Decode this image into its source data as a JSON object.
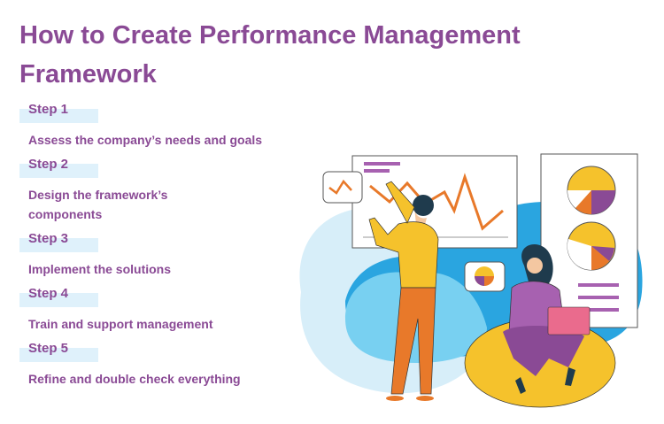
{
  "header": {
    "title": "How to Create Performance Management Framework"
  },
  "steps": [
    {
      "label": "Step 1",
      "description": "Assess the company’s needs and goals"
    },
    {
      "label": "Step 2",
      "description": "Design the framework’s components"
    },
    {
      "label": "Step 3",
      "description": "Implement the solutions"
    },
    {
      "label": "Step 4",
      "description": "Train and support management"
    },
    {
      "label": "Step 5",
      "description": "Refine and double check everything"
    }
  ],
  "colors": {
    "title": "#8a4a95",
    "step_highlight": "#dff1fb",
    "accent_orange": "#e8792a",
    "accent_yellow": "#f5c22c",
    "accent_purple": "#8a4a95",
    "accent_blue": "#2aa5e0",
    "light_blue": "#bfe6f6"
  },
  "illustration": {
    "description": "Two people analyzing performance charts: a man drawing a line chart on a whiteboard and a woman on a beanbag with a laptop, next to a board with pie charts"
  }
}
